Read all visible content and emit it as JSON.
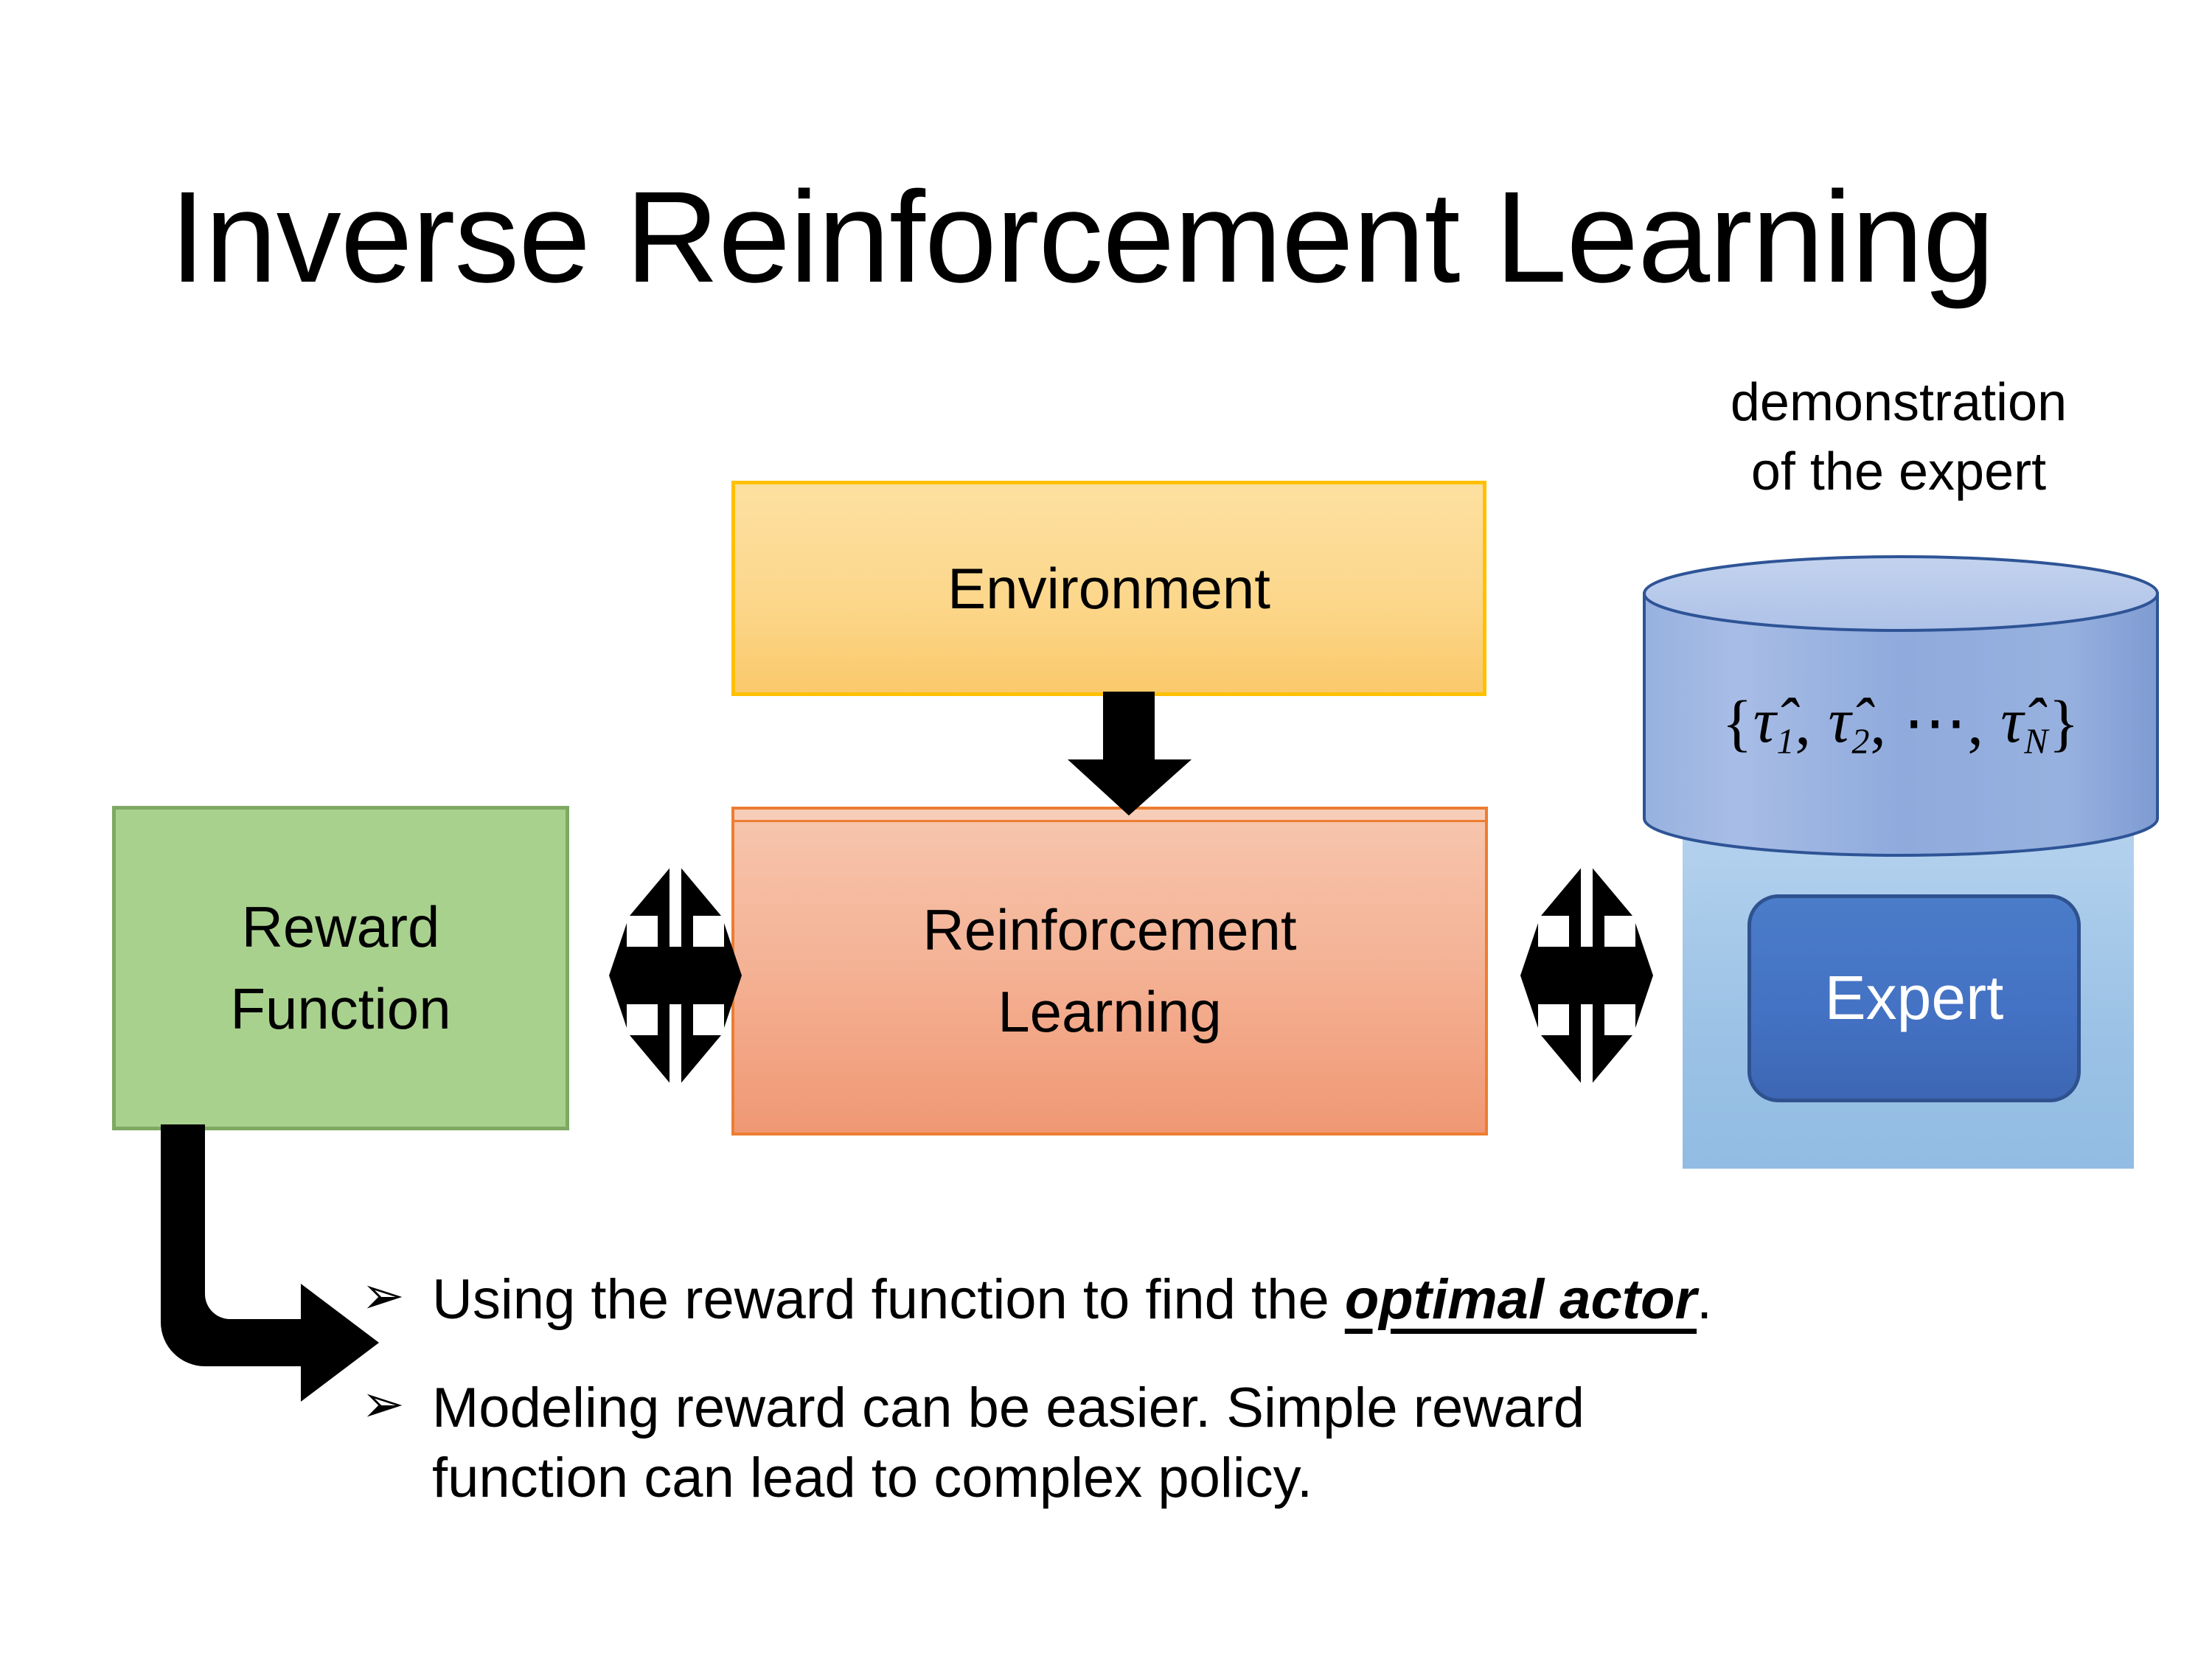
{
  "slide": {
    "title": "Inverse Reinforcement Learning"
  },
  "diagram": {
    "environment": {
      "label": "Environment"
    },
    "reinforcement_learning": {
      "label": "Reinforcement\nLearning",
      "line1": "Reinforcement",
      "line2": "Learning"
    },
    "reward_function": {
      "label": "Reward\nFunction",
      "line1": "Reward",
      "line2": "Function"
    },
    "demonstration_caption": {
      "line1": "demonstration",
      "line2": "of the expert"
    },
    "trajectory_set": {
      "open_brace": "{",
      "item1": "τ̂1",
      "item2": "τ̂2",
      "ellipsis": "⋯",
      "itemN": "τ̂N",
      "close_brace": "}",
      "full": "{τ̂₁, τ̂₂, ⋯, τ̂_N}"
    },
    "expert": {
      "label": "Expert"
    },
    "arrows": [
      {
        "name": "environment-to-rl",
        "type": "down-arrow"
      },
      {
        "name": "reward-function-rl",
        "type": "quad-arrow"
      },
      {
        "name": "rl-expert",
        "type": "quad-arrow"
      },
      {
        "name": "reward-function-to-bullet",
        "type": "bent-elbow-arrow"
      }
    ]
  },
  "bullets": [
    {
      "marker": "➢",
      "prefix": "Using the reward function to find the ",
      "emphasis": "optimal actor",
      "suffix": "."
    },
    {
      "marker": "➢",
      "prefix": "Modeling reward can be easier. Simple reward function can lead to complex policy.",
      "emphasis": "",
      "suffix": ""
    }
  ],
  "colors": {
    "environment_fill": "#FCD78C",
    "environment_border": "#FFC000",
    "rl_fill": "#F4B295",
    "rl_border": "#ED7D31",
    "reward_fill": "#A9D18E",
    "reward_border": "#7FA963",
    "cylinder_fill": "#8FAADC",
    "cylinder_top_fill": "#B4C7E7",
    "cylinder_border": "#2E5496",
    "panel_fill": "#9DC3E6",
    "expert_fill": "#4472C4",
    "expert_border": "#2F528F",
    "expert_text": "#FFFFFF",
    "arrow_fill": "#000000",
    "text": "#000000",
    "background": "#FFFFFF"
  }
}
